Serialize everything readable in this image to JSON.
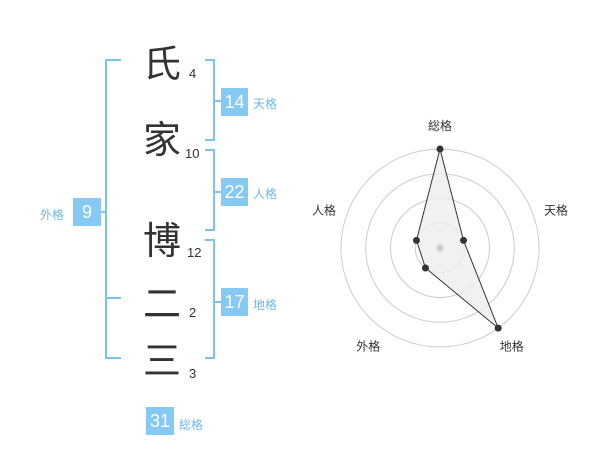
{
  "name_chars": [
    {
      "char": "氏",
      "strokes": "4"
    },
    {
      "char": "家",
      "strokes": "10"
    },
    {
      "char": "博",
      "strokes": "12"
    },
    {
      "char": "二",
      "strokes": "2"
    },
    {
      "char": "三",
      "strokes": "3"
    }
  ],
  "fortunes": {
    "tenkaku": {
      "value": "14",
      "label": "天格"
    },
    "jinkaku": {
      "value": "22",
      "label": "人格"
    },
    "chikaku": {
      "value": "17",
      "label": "地格"
    },
    "gaikaku": {
      "value": "9",
      "label": "外格"
    },
    "soukaku": {
      "value": "31",
      "label": "総格"
    }
  },
  "colors": {
    "accent": "#86c9f2",
    "text": "#333333",
    "bracket": "#7cc4f0"
  },
  "chart_data": {
    "type": "radar",
    "axes": [
      "総格",
      "天格",
      "地格",
      "外格",
      "人格"
    ],
    "levels": 4,
    "values": [
      4,
      1,
      4,
      1,
      1
    ],
    "max": 4
  }
}
